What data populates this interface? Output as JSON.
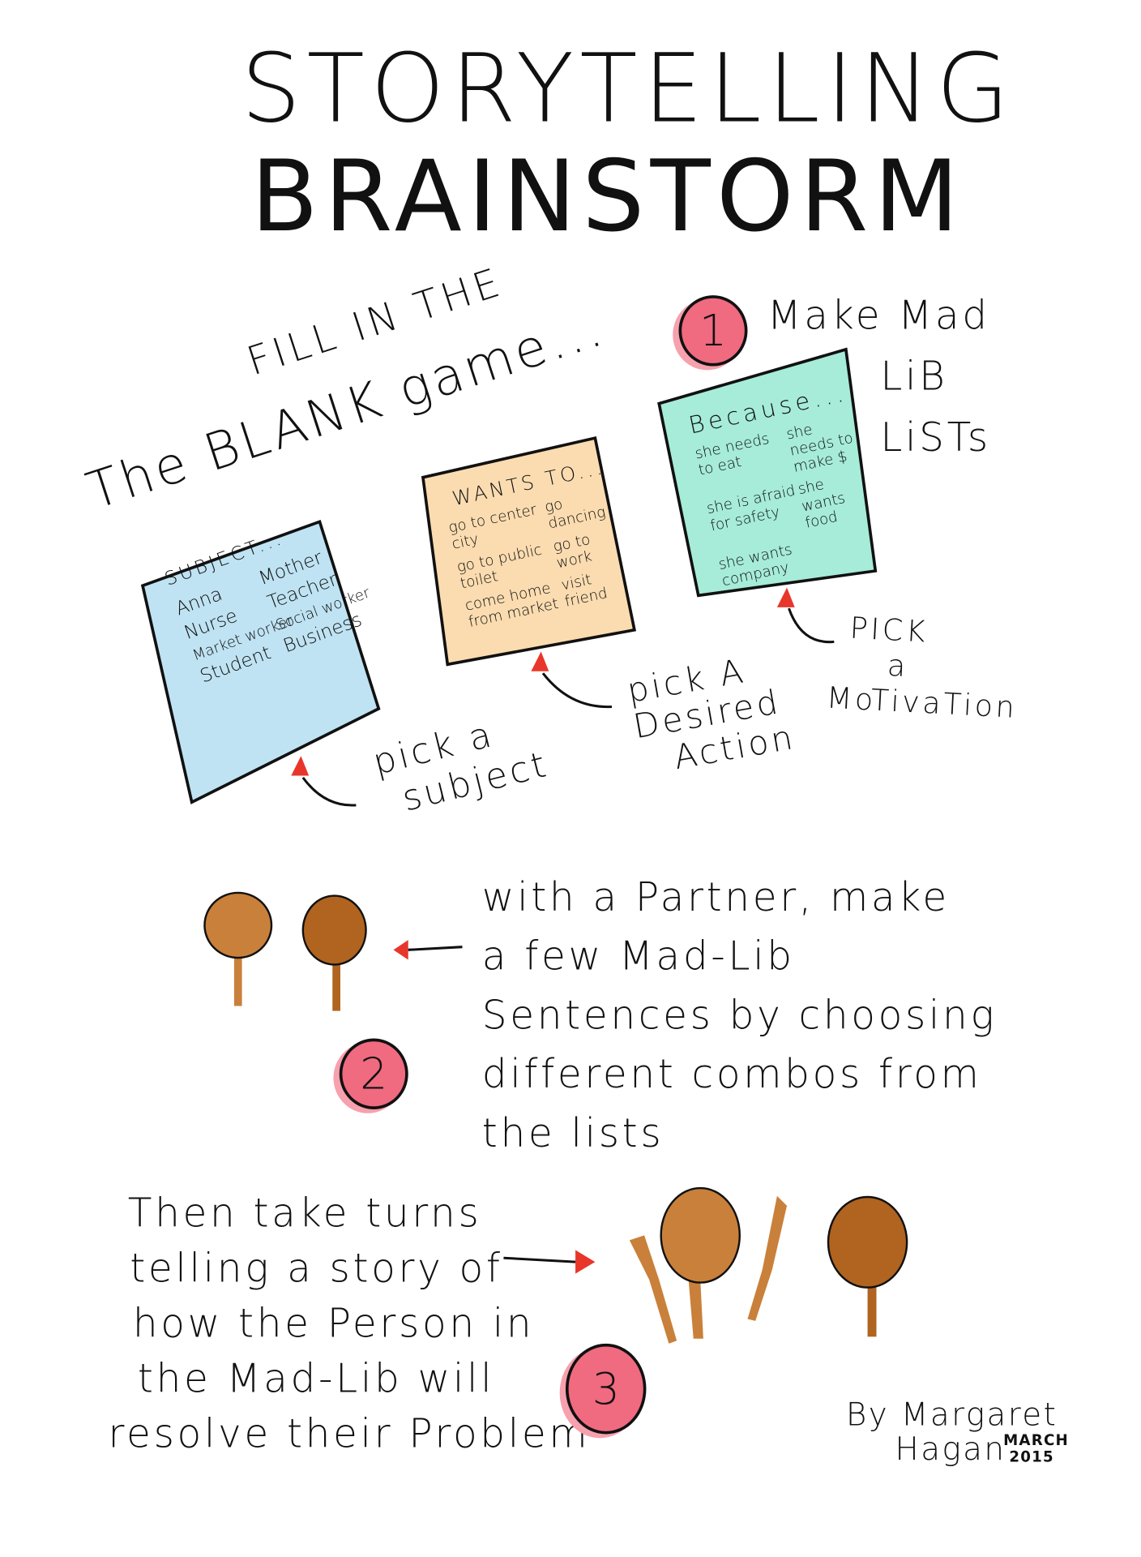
{
  "title": {
    "line1": "STORYTELLING",
    "line2": "BRAINSTORM"
  },
  "intro": {
    "line1": "FILL IN THE",
    "line2": "The BLANK game..."
  },
  "step1": {
    "number": "1",
    "text": [
      "Make Mad",
      "LiB",
      "LiSTs"
    ]
  },
  "cards": [
    {
      "heading": "SUBJECT...",
      "items": [
        "Anna",
        "Mother",
        "Nurse",
        "Teacher",
        "Market worker",
        "Social worker",
        "Student",
        "Business"
      ],
      "color": "#bfe3f3",
      "label": [
        "pick a",
        "subject"
      ]
    },
    {
      "heading": "WANTS TO...",
      "items": [
        "go to center city",
        "go dancing",
        "go to public toilet",
        "go to work",
        "come home from market",
        "visit friend"
      ],
      "color": "#fbdcb0",
      "label": [
        "pick A",
        "Desired",
        "Action"
      ]
    },
    {
      "heading": "Because...",
      "items": [
        "she needs to eat",
        "she needs to make $",
        "she is afraid for safety",
        "she wants food",
        "she wants company"
      ],
      "color": "#a6ecd9",
      "label": [
        "PICK",
        "a",
        "MoTivaTion"
      ]
    }
  ],
  "step2": {
    "number": "2",
    "lines": [
      "with a Partner, make",
      "a few Mad-Lib",
      "Sentences by choosing",
      "different combos from",
      "the lists"
    ]
  },
  "step3": {
    "number": "3",
    "lines": [
      "Then take turns",
      "telling a story of",
      "how the Person in",
      "the Mad-Lib will",
      "resolve their Problem"
    ]
  },
  "signature": {
    "by": "By Margaret",
    "name": "Hagan",
    "month": "MARCH",
    "year": "2015"
  },
  "colors": {
    "accent": "#e8362b",
    "pink": "#f06a80",
    "skin": "#c9803a"
  }
}
